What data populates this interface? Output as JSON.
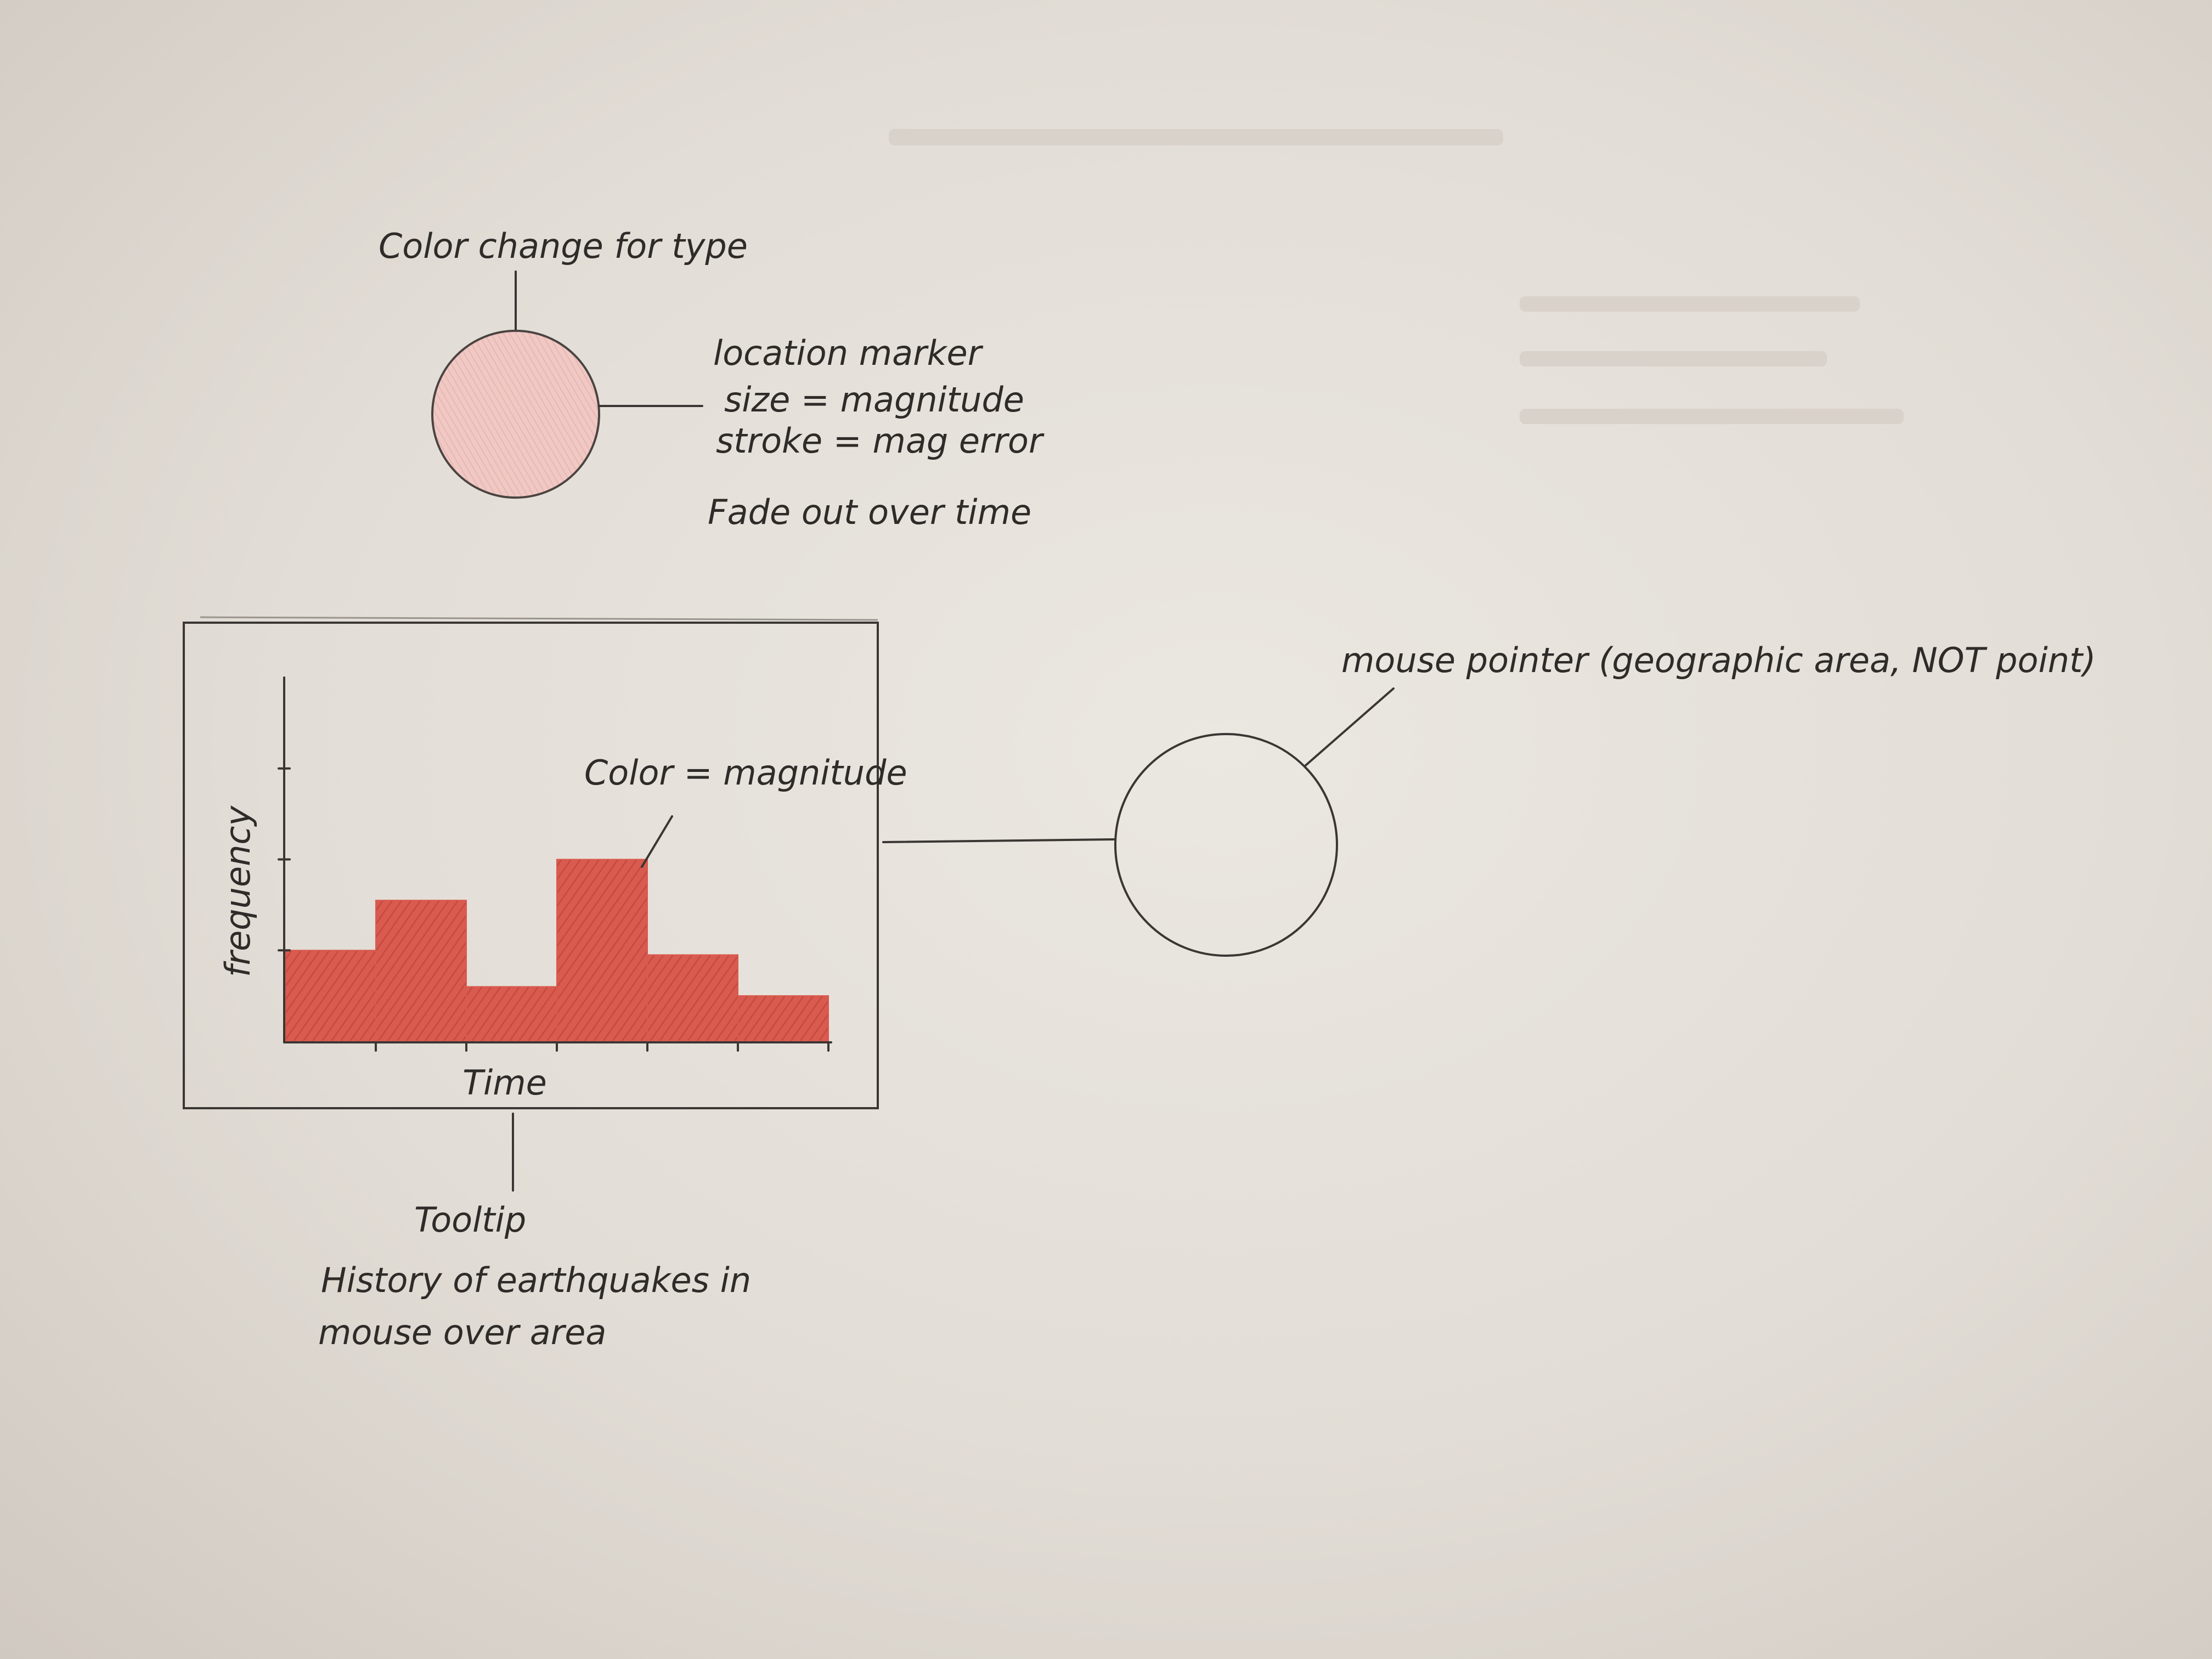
{
  "marker": {
    "title": "Color change for type",
    "fill_color": "#f0c8c4",
    "notes": [
      "location marker",
      "size = magnitude",
      "stroke = mag error"
    ],
    "fade_note": "Fade out over time"
  },
  "tooltip": {
    "chart_annotation": "Color = magnitude",
    "caption": [
      "Tooltip",
      "History of earthquakes in",
      "mouse over area"
    ]
  },
  "pointer": {
    "label": "mouse pointer (geographic area, NOT point)"
  },
  "colors": {
    "bar_fill": "#d95a4f",
    "ink": "#3a3633"
  },
  "chart_data": {
    "type": "bar",
    "xlabel": "Time",
    "ylabel": "frequency",
    "values": [
      1.0,
      1.55,
      0.6,
      2.0,
      0.95,
      0.5
    ],
    "ylim": [
      0,
      4
    ],
    "categories": [
      "",
      "",
      "",
      "",
      "",
      ""
    ]
  }
}
